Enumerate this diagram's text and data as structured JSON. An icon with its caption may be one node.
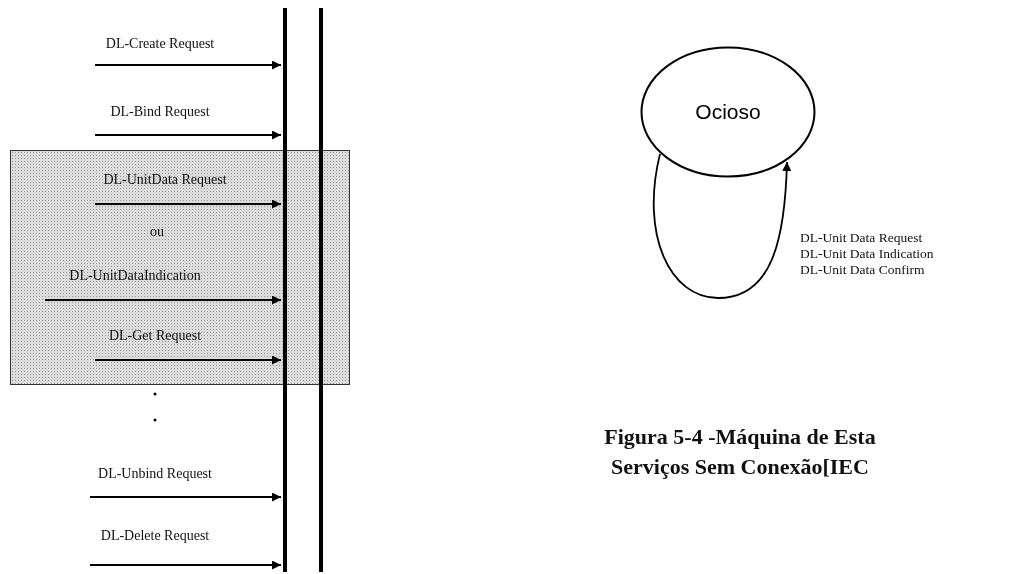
{
  "diagram": {
    "caption": "Figura 5-4 -Máquina de Esta Serviços Sem Conexão[IEC",
    "nodes": [
      {
        "text": [],
        "shape": "bar"
      },
      {
        "text": [
          "Ocioso"
        ]
      }
    ],
    "edges": [
      {
        "from": null,
        "to": 0,
        "arrow": "to",
        "label": "DL-Create Request"
      },
      {
        "from": null,
        "to": 0,
        "arrow": "to",
        "label": "DL-Bind Request"
      },
      {
        "from": null,
        "to": 0,
        "arrow": "to",
        "label": "DL-UnitData Request"
      },
      {
        "from": null,
        "to": 0,
        "arrow": "to",
        "label": "DL-UnitDataIndication"
      },
      {
        "from": null,
        "to": 0,
        "arrow": "to",
        "label": "DL-Get Request"
      },
      {
        "from": null,
        "to": 0,
        "arrow": "to",
        "label": "DL-Unbind Request"
      },
      {
        "from": null,
        "to": 0,
        "arrow": "to",
        "label": "DL-Delete Request"
      },
      {
        "from": 1,
        "to": 1,
        "arrow": "to",
        "label": "DL-Unit Data Request DL-Unit Data Indication DL-Unit Data Confirm"
      }
    ],
    "labels": [
      "ou"
    ]
  }
}
